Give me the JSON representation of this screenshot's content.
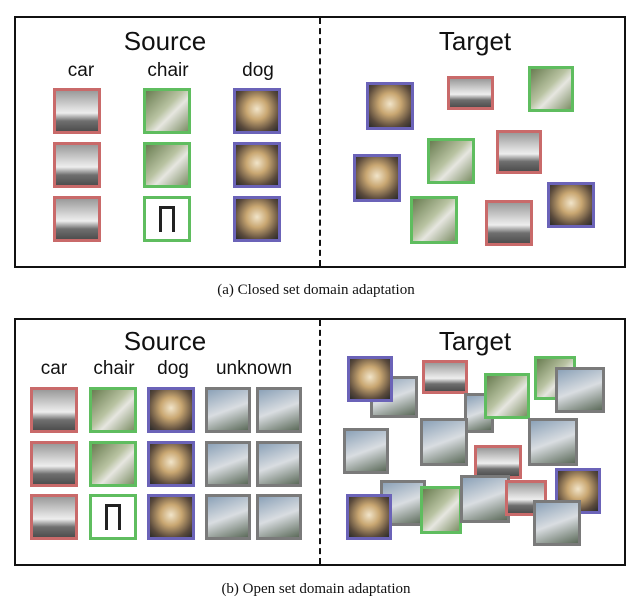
{
  "panel_a": {
    "source_title": "Source",
    "target_title": "Target",
    "labels": [
      "car",
      "chair",
      "dog"
    ],
    "caption": "(a)  Closed set domain adaptation"
  },
  "panel_b": {
    "source_title": "Source",
    "target_title": "Target",
    "labels": [
      "car",
      "chair",
      "dog",
      "unknown"
    ],
    "caption": "(b)  Open set domain adaptation"
  },
  "colors": {
    "car": "#c96a6a",
    "chair": "#5fbd5f",
    "dog": "#6b63b8",
    "unknown": "#7a7a7a"
  }
}
